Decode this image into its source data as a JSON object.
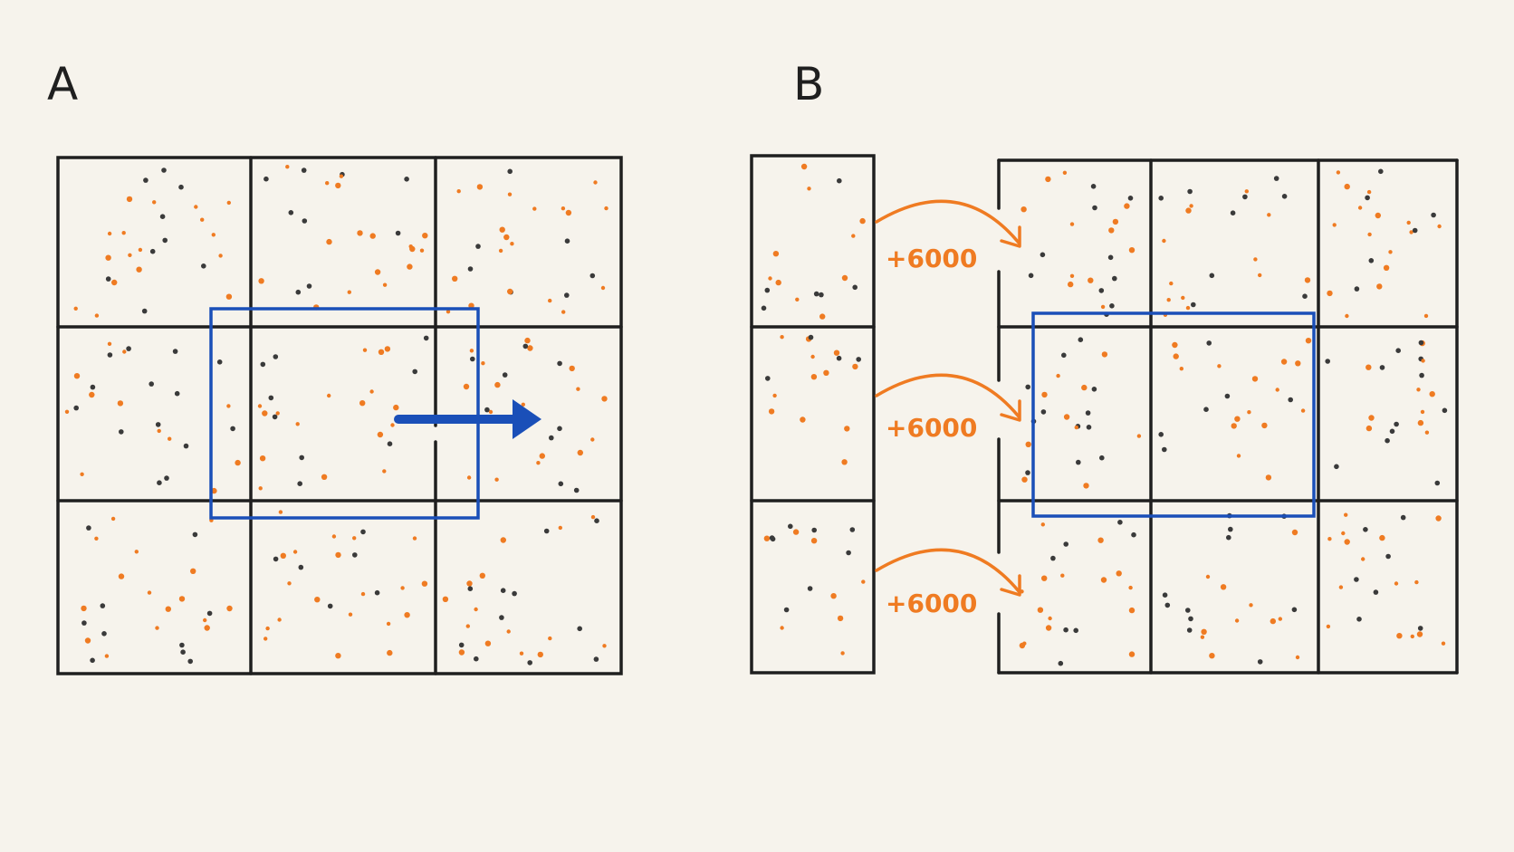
{
  "panels": [
    {
      "id": "A",
      "label": "A"
    },
    {
      "id": "B",
      "label": "B"
    }
  ],
  "transfers": [
    {
      "label": "+6000"
    },
    {
      "label": "+6000"
    },
    {
      "label": "+6000"
    }
  ],
  "colors": {
    "grid": "#1f1f1f",
    "window": "#1a4fb8",
    "transfer": "#ef7b22",
    "dot_orange": "#ef7b22",
    "dot_dark": "#3a3a3a",
    "background": "#f6f3ec"
  }
}
